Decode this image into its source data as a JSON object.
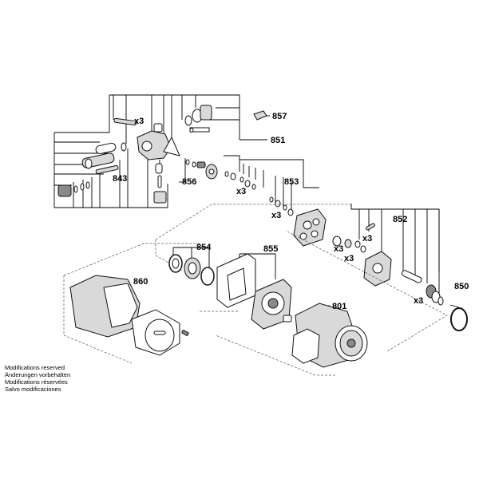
{
  "callouts": {
    "c857": "857",
    "c851": "851",
    "c843": "843",
    "c856": "856",
    "c853": "853",
    "c852": "852",
    "c854": "854",
    "c855": "855",
    "c860": "860",
    "c801": "801",
    "c850": "850"
  },
  "multipliers": {
    "m1": "x3",
    "m2": "x3",
    "m3": "x3",
    "m4": "x3",
    "m5": "x3",
    "m6": "x3",
    "m7": "x3"
  },
  "notes": [
    "Modifications reserved",
    "Änderungen vorbehalten",
    "Modifications réservées",
    "Salvo modificaciones"
  ],
  "icons": [
    "screw-icon",
    "bearing-icon",
    "motor-icon",
    "housing-icon",
    "gear-icon",
    "o-ring-icon",
    "valve-icon"
  ]
}
